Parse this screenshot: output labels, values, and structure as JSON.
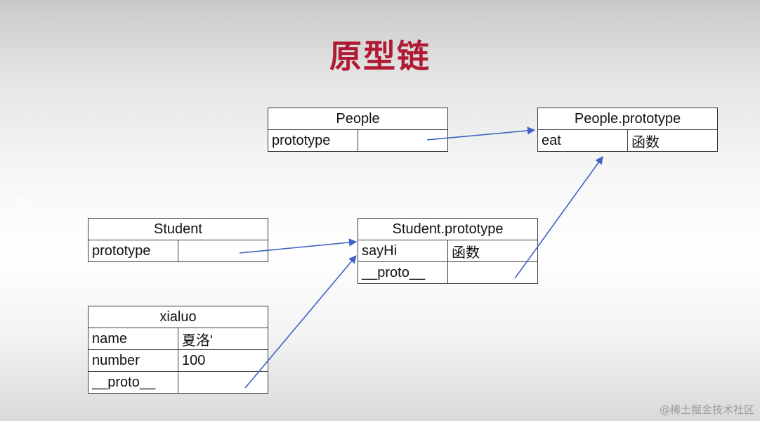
{
  "title": "原型链",
  "colors": {
    "title": "#b01a33",
    "arrow": "#3b62c4",
    "border": "#3a3a3a"
  },
  "side_icon": "pen-icon",
  "watermark": "@稀土掘金技术社区",
  "tables": {
    "people": {
      "header": "People",
      "rows": [
        {
          "key": "prototype",
          "value": ""
        }
      ]
    },
    "people_prototype": {
      "header": "People.prototype",
      "rows": [
        {
          "key": "eat",
          "value": "函数"
        }
      ]
    },
    "student": {
      "header": "Student",
      "rows": [
        {
          "key": "prototype",
          "value": ""
        }
      ]
    },
    "student_prototype": {
      "header": "Student.prototype",
      "rows": [
        {
          "key": "sayHi",
          "value": "函数"
        },
        {
          "key": "__proto__",
          "value": ""
        }
      ]
    },
    "xialuo": {
      "header": "xialuo",
      "rows": [
        {
          "key": "name",
          "value": "夏洛'"
        },
        {
          "key": "number",
          "value": "100"
        },
        {
          "key": "__proto__",
          "value": ""
        }
      ]
    }
  }
}
